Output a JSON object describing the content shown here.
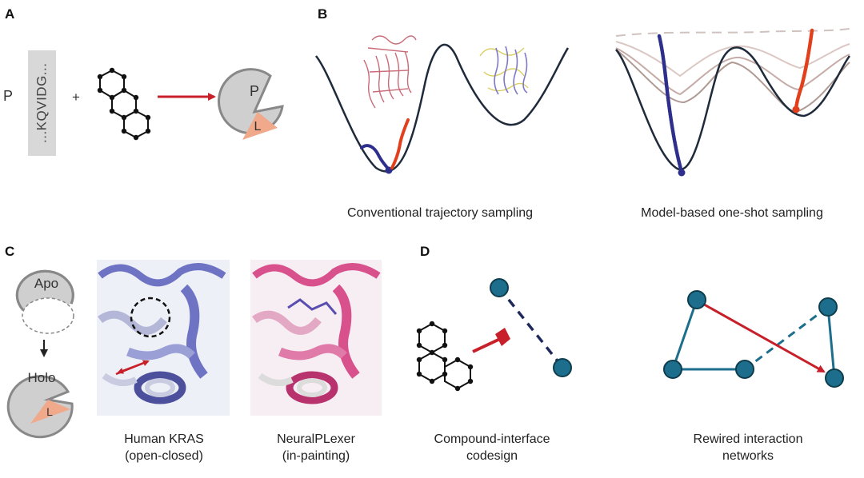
{
  "panels": {
    "a": {
      "label": "A",
      "protein_letter": "P",
      "sequence": "...KQVIDG...",
      "plus": "+",
      "pocket_protein": "P",
      "pocket_ligand": "L",
      "colors": {
        "arrow": "#c8202a",
        "pocket": "#cfcfcf",
        "ligand": "#f0a98a"
      }
    },
    "b": {
      "label": "B",
      "left_caption": "Conventional trajectory sampling",
      "right_caption": "Model-based one-shot sampling",
      "colors": {
        "trajectory_blue": "#2e2f8c",
        "trajectory_red": "#e2401c",
        "landscape": "#1f2a3a"
      }
    },
    "c": {
      "label": "C",
      "apo_label": "Apo",
      "holo_label": "Holo",
      "ligand_label": "L",
      "kras_caption_line1": "Human KRAS",
      "kras_caption_line2": "(open-closed)",
      "neural_caption_line1": "NeuralPLexer",
      "neural_caption_line2": "(in-painting)",
      "colors": {
        "kras": "#6f73c4",
        "neural": "#d8508c"
      }
    },
    "d": {
      "label": "D",
      "left_caption_line1": "Compound-interface",
      "left_caption_line2": "codesign",
      "right_caption_line1": "Rewired interaction",
      "right_caption_line2": "networks",
      "colors": {
        "node": "#1d6e8c",
        "edge": "#1d6e8c",
        "dashed": "#1f2a5c",
        "rewire": "#c8202a"
      }
    }
  }
}
